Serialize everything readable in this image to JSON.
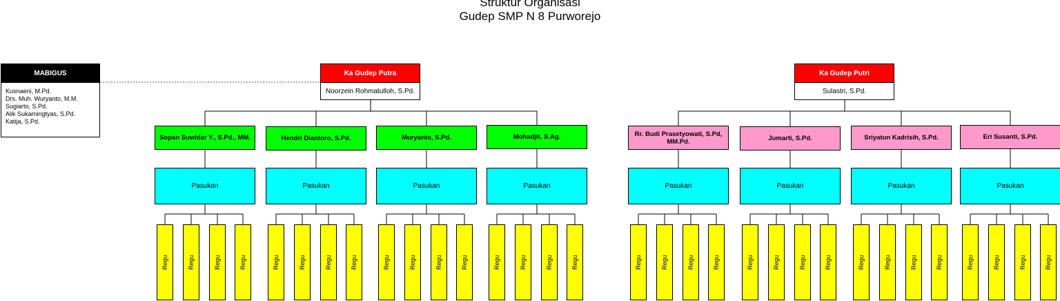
{
  "title": {
    "line1": "Struktur Organisasi",
    "line2": "Gudep SMP N 8 Purworejo"
  },
  "mabigus": {
    "heading": "MABIGUS",
    "members": [
      "Kusnaeni, M.Pd.",
      "Drs. Muh. Wuryanto, M.M.",
      "Sugiarto, S.Pd.",
      "Alik Sukarningtyas, S.Pd.",
      "Katija, S.Pd."
    ]
  },
  "putra": {
    "heading": "Ka Gudep Putra",
    "leader": "Noorzein Rohmatulloh, S.Pd.",
    "units": [
      {
        "leader": "Sopan Suwidar Y., S.Pd., MM.",
        "squad": "Pasukan",
        "regu": [
          "Regu",
          "Regu",
          "Regu",
          "Regu"
        ]
      },
      {
        "leader": "Hendri Diantoro, S.Pd.",
        "squad": "Pasukan",
        "regu": [
          "Regu",
          "Regu",
          "Regu",
          "Regu"
        ]
      },
      {
        "leader": "Muryanto, S.Pd.",
        "squad": "Pasukan",
        "regu": [
          "Regu",
          "Regu",
          "Regu",
          "Regu"
        ]
      },
      {
        "leader": "Mohadjit, S.Ag.",
        "squad": "Pasukan",
        "regu": [
          "Regu",
          "Regu",
          "Regu",
          "Regu"
        ]
      }
    ]
  },
  "putri": {
    "heading": "Ka Gudep Putri",
    "leader": "Sulastri, S.Pd.",
    "units": [
      {
        "leader": "Rr. Budi Prasetyowati, S.Pd, MM.Pd.",
        "squad": "Pasukan",
        "regu": [
          "Regu",
          "Regu",
          "Regu",
          "Regu"
        ]
      },
      {
        "leader": "Jumarti, S.Pd.",
        "squad": "Pasukan",
        "regu": [
          "Regu",
          "Regu",
          "Regu",
          "Regu"
        ]
      },
      {
        "leader": "Sriyatun Kadrisih, S.Pd.",
        "squad": "Pasukan",
        "regu": [
          "Regu",
          "Regu",
          "Regu",
          "Regu"
        ]
      },
      {
        "leader": "Eri Susanti, S.Pd.",
        "squad": "Pasukan",
        "regu": [
          "Regu",
          "Regu",
          "Regu",
          "Regu"
        ]
      }
    ]
  },
  "colors": {
    "head": "#ff0000",
    "putra_leader": "#00ff00",
    "putri_leader": "#ff99cc",
    "squad": "#00ffff",
    "regu": "#ffff00",
    "mabigus_head": "#000000"
  }
}
